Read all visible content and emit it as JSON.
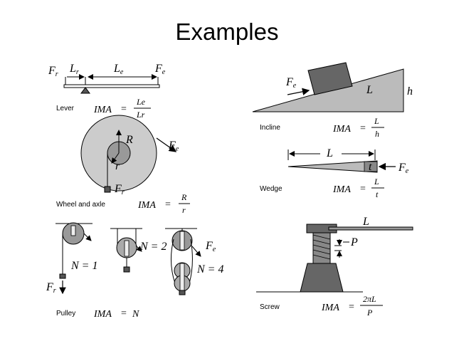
{
  "slide": {
    "title": "Examples"
  },
  "lever": {
    "caption": "Lever",
    "labels": {
      "fr": "F",
      "fr_sub": "r",
      "lr": "L",
      "lr_sub": "r",
      "le": "L",
      "le_sub": "e",
      "fe": "F",
      "fe_sub": "e"
    },
    "formula": {
      "lhs": "IMA",
      "eq": "=",
      "num": "Le",
      "den": "Lr"
    }
  },
  "incline": {
    "caption": "Incline",
    "labels": {
      "fe": "F",
      "fe_sub": "e",
      "l": "L",
      "h": "h"
    },
    "formula": {
      "lhs": "IMA",
      "eq": "=",
      "num": "L",
      "den": "h"
    }
  },
  "wheel_and_axle": {
    "caption": "Wheel and axle",
    "labels": {
      "r_big": "R",
      "r_small": "r",
      "fe": "F",
      "fe_sub": "e",
      "fr": "F",
      "fr_sub": "r"
    },
    "formula": {
      "lhs": "IMA",
      "eq": "=",
      "num": "R",
      "den": "r"
    }
  },
  "wedge": {
    "caption": "Wedge",
    "labels": {
      "l": "L",
      "t": "t",
      "fe": "F",
      "fe_sub": "e"
    },
    "formula": {
      "lhs": "IMA",
      "eq": "=",
      "num": "L",
      "den": "t"
    }
  },
  "pulley": {
    "caption": "Pulley",
    "labels": {
      "n1": "N = 1",
      "n2": "N = 2",
      "n4": "N = 4",
      "fe": "F",
      "fe_sub": "e",
      "fr": "F",
      "fr_sub": "r"
    },
    "formula": {
      "lhs": "IMA",
      "eq": "=",
      "rhs": "N"
    }
  },
  "screw": {
    "caption": "Screw",
    "labels": {
      "l": "L",
      "p": "P"
    },
    "formula": {
      "lhs": "IMA",
      "eq": "=",
      "num": "2πL",
      "den": "P"
    }
  }
}
